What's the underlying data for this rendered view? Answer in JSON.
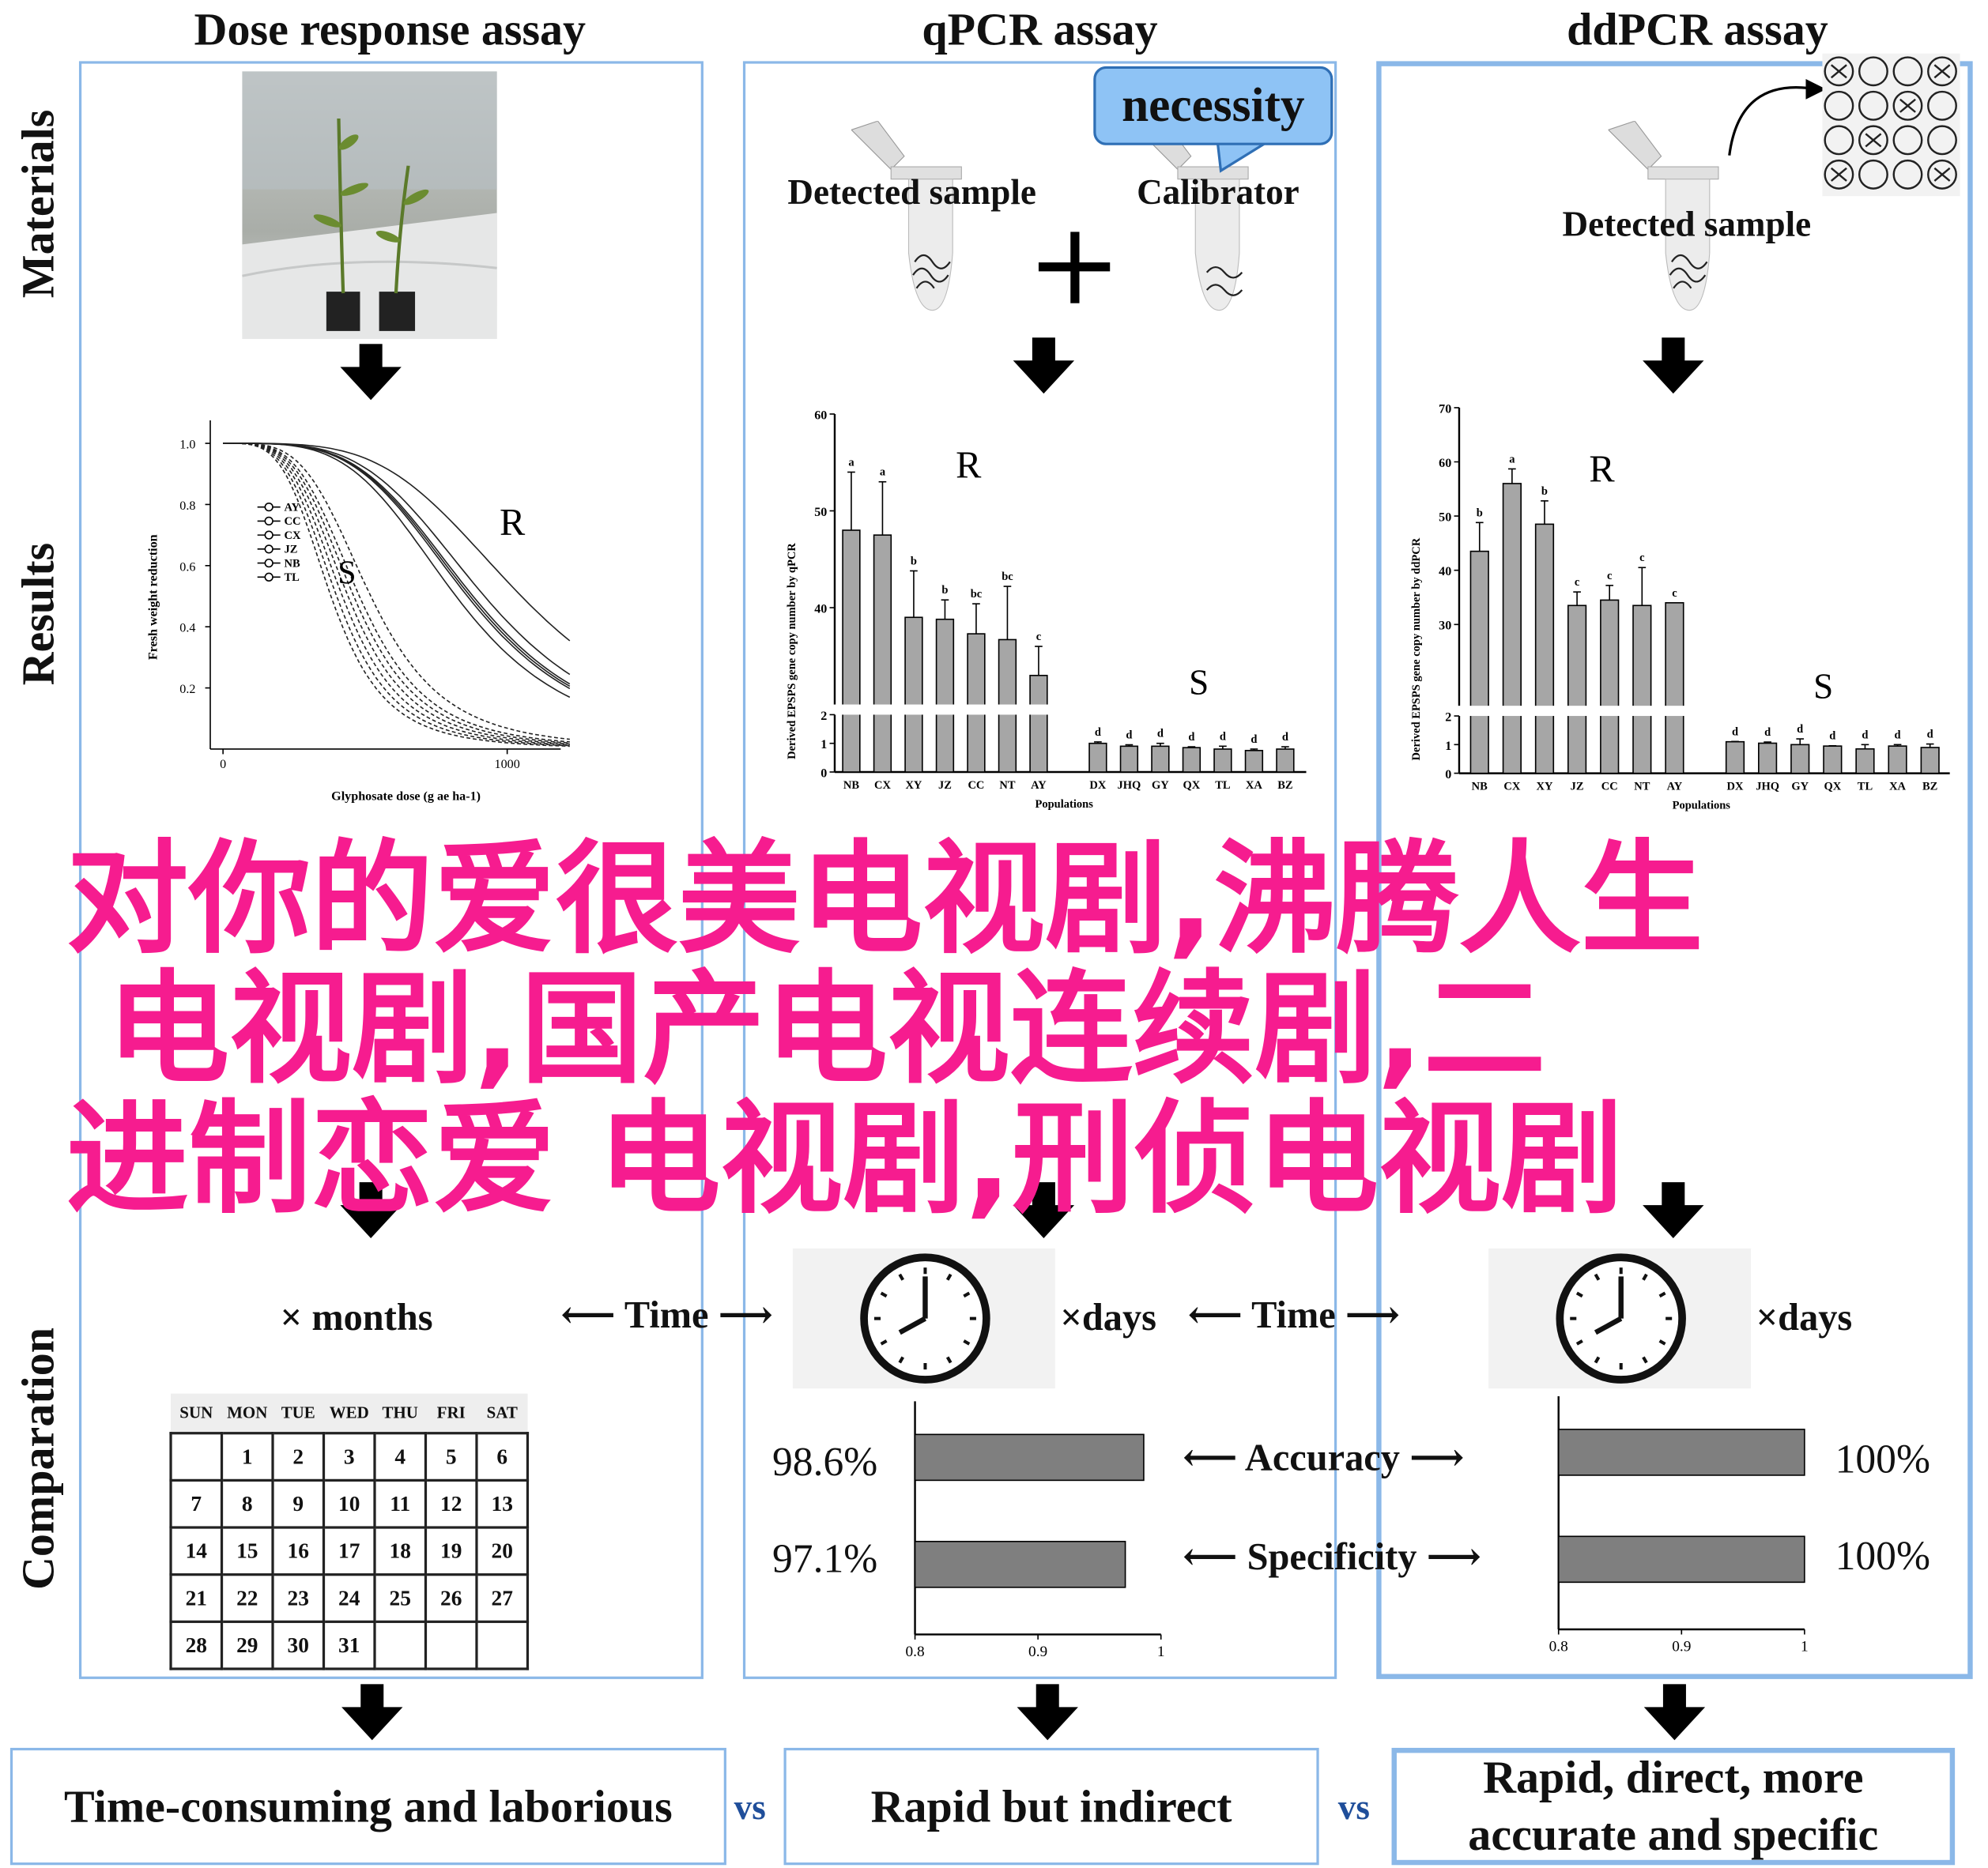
{
  "columns": {
    "dose": {
      "title": "Dose response assay"
    },
    "qpcr": {
      "title": "qPCR assay",
      "callout": "necessity",
      "sample1": "Detected sample",
      "sample2": "Calibrator"
    },
    "ddpcr": {
      "title": "ddPCR assay",
      "sample": "Detected sample"
    }
  },
  "rows": {
    "materials": "Materials",
    "results": "Results",
    "comparation": "Comparation"
  },
  "comparison": {
    "months": "× months",
    "time": "Time",
    "days": "×days",
    "calendar": {
      "headers": [
        "SUN",
        "MON",
        "TUE",
        "WED",
        "THU",
        "FRI",
        "SAT"
      ],
      "weeks": [
        [
          "",
          "1",
          "2",
          "3",
          "4",
          "5",
          "6"
        ],
        [
          "7",
          "8",
          "9",
          "10",
          "11",
          "12",
          "13"
        ],
        [
          "14",
          "15",
          "16",
          "17",
          "18",
          "19",
          "20"
        ],
        [
          "21",
          "22",
          "23",
          "24",
          "25",
          "26",
          "27"
        ],
        [
          "28",
          "29",
          "30",
          "31",
          "",
          "",
          ""
        ]
      ]
    },
    "accuracy_label": "Accuracy",
    "specificity_label": "Specificity",
    "qpcr": {
      "accuracy": "98.6%",
      "specificity": "97.1%",
      "accuracy_value": 0.986,
      "specificity_value": 0.971
    },
    "ddpcr": {
      "accuracy": "100%",
      "specificity": "100%",
      "accuracy_value": 1.0,
      "specificity_value": 1.0
    },
    "axis_ticks": [
      "0.8",
      "0.9",
      "1"
    ]
  },
  "conclusions": {
    "dose": "Time-consuming and laborious",
    "qpcr": "Rapid but indirect",
    "ddpcr_line1": "Rapid, direct, more",
    "ddpcr_line2": "accurate and specific",
    "vs": "vs"
  },
  "overlay": {
    "line1": "对你的爱很美电视剧,沸腾人生",
    "line2": "电视剧,国产电视连续剧,二",
    "line3": "进制恋爱 电视剧,刑侦电视剧"
  },
  "colors": {
    "panel_border": "#8bb8e8",
    "overlay": "#f61c8f",
    "bar": "#a6a6a6",
    "vs": "#1f4e9a"
  },
  "chart_data": [
    {
      "type": "line",
      "title": "",
      "xlabel": "Glyphosate dose (g ae ha-1)",
      "ylabel": "Fresh weight reduction",
      "x_ticks": [
        "0",
        "1000"
      ],
      "y_ticks": [
        "0.2",
        "0.4",
        "0.6",
        "0.8",
        "1.0"
      ],
      "xlim": [
        0,
        1250
      ],
      "ylim": [
        0,
        1.05
      ],
      "annotations": [
        "R",
        "S"
      ],
      "legend": [
        "AY",
        "CC",
        "CX",
        "JZ",
        "NB",
        "TL"
      ],
      "series": [
        {
          "name": "R group",
          "ed50": [
            820,
            860,
            870,
            880,
            920,
            1050
          ]
        },
        {
          "name": "S group",
          "ed50": [
            380,
            400,
            420,
            440,
            460,
            480,
            520
          ]
        }
      ]
    },
    {
      "type": "bar",
      "ylabel": "Derived EPSPS gene copy number by qPCR",
      "xlabel": "Populations",
      "y_ticks_upper": [
        "40",
        "50",
        "60"
      ],
      "y_ticks_lower": [
        "0",
        "1",
        "2"
      ],
      "annotations": [
        "R",
        "S"
      ],
      "categories": [
        "NB",
        "CX",
        "XY",
        "JZ",
        "CC",
        "NT",
        "AY",
        "DX",
        "JHQ",
        "GY",
        "QX",
        "TL",
        "XA",
        "BZ"
      ],
      "values": [
        48,
        47.5,
        39,
        38.8,
        37.3,
        36.7,
        33,
        1.0,
        0.9,
        0.9,
        0.85,
        0.8,
        0.75,
        0.8
      ],
      "errors": [
        6,
        5.5,
        4.8,
        2,
        3.1,
        5.5,
        3,
        0.05,
        0.05,
        0.1,
        0.03,
        0.1,
        0.05,
        0.08
      ],
      "letters": [
        "a",
        "a",
        "b",
        "b",
        "bc",
        "bc",
        "c",
        "d",
        "d",
        "d",
        "d",
        "d",
        "d",
        "d"
      ]
    },
    {
      "type": "bar",
      "ylabel": "Derived EPSPS gene copy number by ddPCR",
      "xlabel": "Populations",
      "y_ticks_upper": [
        "30",
        "40",
        "50",
        "60",
        "70"
      ],
      "y_ticks_lower": [
        "0",
        "1",
        "2"
      ],
      "annotations": [
        "R",
        "S"
      ],
      "categories": [
        "NB",
        "CX",
        "XY",
        "JZ",
        "CC",
        "NT",
        "AY",
        "DX",
        "JHQ",
        "GY",
        "QX",
        "TL",
        "XA",
        "BZ"
      ],
      "values": [
        43.5,
        56,
        48.5,
        33.5,
        34.5,
        33.5,
        34,
        1.1,
        1.05,
        1.0,
        0.95,
        0.85,
        0.95,
        0.9
      ],
      "errors": [
        5.3,
        2.7,
        4.3,
        2.5,
        2.7,
        7,
        0,
        0.01,
        0.04,
        0.2,
        0.01,
        0.15,
        0.05,
        0.12
      ],
      "letters": [
        "b",
        "a",
        "b",
        "c",
        "c",
        "c",
        "c",
        "d",
        "d",
        "d",
        "d",
        "d",
        "d",
        "d"
      ]
    }
  ]
}
